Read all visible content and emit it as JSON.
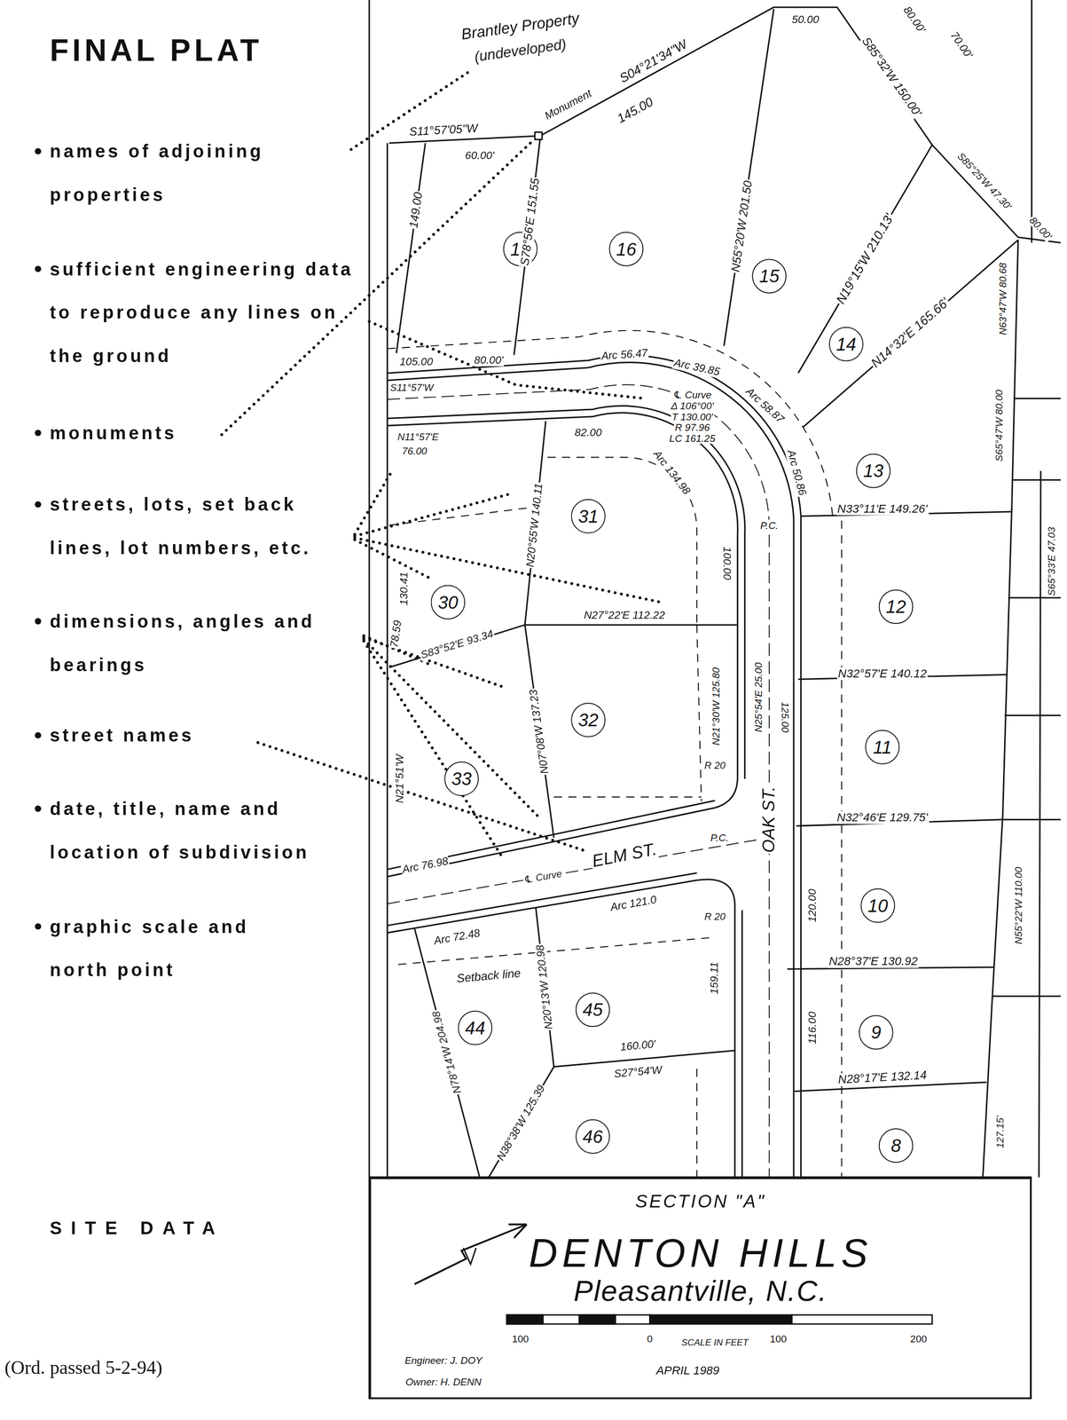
{
  "diagram": {
    "title": "FINAL PLAT",
    "nodes": [
      {
        "text": [
          "17"
        ]
      },
      {
        "text": [
          "16"
        ]
      },
      {
        "text": [
          "15"
        ]
      },
      {
        "text": [
          "14"
        ]
      },
      {
        "text": [
          "13"
        ]
      },
      {
        "text": [
          "31"
        ]
      },
      {
        "text": [
          "12"
        ]
      },
      {
        "text": [
          "30"
        ]
      },
      {
        "text": [
          "32"
        ]
      },
      {
        "text": [
          "11"
        ]
      },
      {
        "text": [
          "33"
        ]
      },
      {
        "text": [
          "10"
        ]
      },
      {
        "text": [
          "44"
        ]
      },
      {
        "text": [
          "45"
        ]
      },
      {
        "text": [
          "9"
        ]
      },
      {
        "text": [
          "46"
        ]
      },
      {
        "text": [
          "8"
        ]
      },
      {
        "text": [
          "SECTION \"A\"",
          "DENTON HILLS",
          "Pleasantville, N.C."
        ]
      }
    ],
    "labels": [
      "names of adjoining properties",
      "sufficient engineering data to reproduce any lines on the ground",
      "monuments",
      "streets, lots, set back lines, lot numbers, etc.",
      "dimensions, angles and bearings",
      "street names",
      "date, title, name and location of subdivision",
      "graphic scale and north point",
      "SITE DATA",
      "(Ord. passed 5-2-94)",
      "Brantley Property",
      "(undeveloped)",
      "Monument",
      "S04°21'34\"W",
      "145.00",
      "S11°57'05\"W",
      "60.00'",
      "149.00",
      "S78°56'E 151.55",
      "N55°20'W 201.50",
      "50.00",
      "80.00'",
      "70.00'",
      "S85°32'W 150.00'",
      "N19°15'W 210.13'",
      "S85°25'W 47.30'",
      "80.00'",
      "N63°47'W 80.68",
      "S65°47'W 80.00",
      "N14°32'E 165.66'",
      "Arc 56.47",
      "Arc 39.85",
      "Arc 58.87",
      "Arc 50.86",
      "℄ Curve",
      "Δ 106°00'",
      "T 130.00'",
      "R 97.96",
      "LC 161.25",
      "105.00",
      "80.00'",
      "S11°57'W",
      "N11°57'E",
      "76.00",
      "82.00",
      "Arc 134.98",
      "P.C.",
      "N33°11'E 149.26'",
      "N20°55'W 140.11",
      "130.41",
      "78.59",
      "100.00",
      "N27°22'E 112.22",
      "N32°57'E 140.12",
      "S83°52'E 93.34",
      "N07°08'W 137.23",
      "N21°30'W 125.80",
      "N25°54'E 25.00",
      "125.00",
      "N32°46'E 129.75'",
      "N21°51'W",
      "R 20",
      "ELM ST.",
      "OAK ST.",
      "Arc 76.98",
      "℄ Curve",
      "P.C.",
      "Arc 72.48",
      "Arc 121.0",
      "R 20",
      "Setback line",
      "N78°14'W 204.98",
      "N20°13'W 120.98",
      "159.11",
      "120.00",
      "N28°37'E 130.92",
      "116.00",
      "N28°17'E 132.14",
      "160.00'",
      "S27°54'W",
      "N38°38'W 125.39",
      "127.15'",
      "N55°22'W 110.00",
      "S65°33'E 47.03",
      "100",
      "0",
      "SCALE IN FEET",
      "100",
      "200",
      "Engineer: J. DOY",
      "Owner: H. DENN",
      "APRIL 1989"
    ]
  }
}
